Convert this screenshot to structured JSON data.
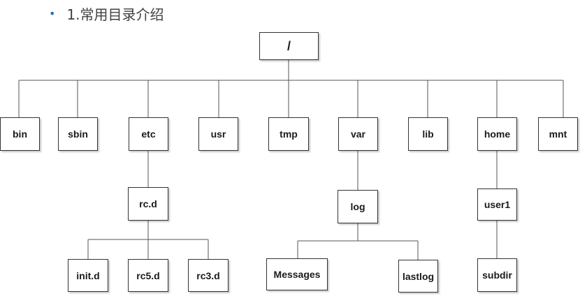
{
  "heading": {
    "bullet": "•",
    "text": "1.常用目录介绍"
  },
  "tree": {
    "root": "/",
    "top_level": [
      "bin",
      "sbin",
      "etc",
      "usr",
      "tmp",
      "var",
      "lib",
      "home",
      "mnt"
    ],
    "etc_child": "rc.d",
    "rcd_children": [
      "init.d",
      "rc5.d",
      "rc3.d"
    ],
    "var_child": "log",
    "log_children": [
      "Messages",
      "lastlog"
    ],
    "home_child": "user1",
    "user1_child": "subdir"
  },
  "colors": {
    "line": "#555555",
    "box_border": "#333333",
    "bullet": "#2e6fb5"
  }
}
